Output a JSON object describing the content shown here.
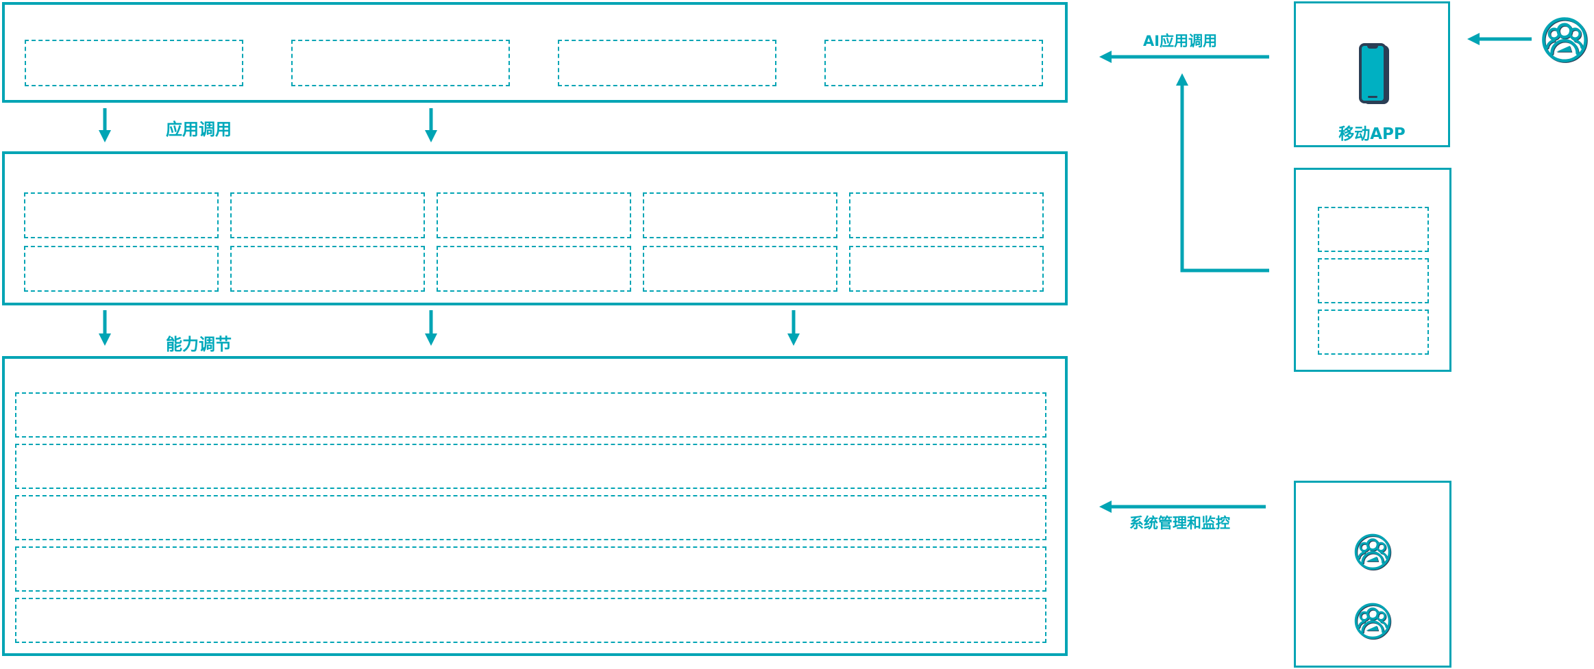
{
  "colors": {
    "teal": "#00a4b4",
    "teal_text": "#00a9bb",
    "navy": "#2b3e55",
    "background": "#ffffff"
  },
  "labels": {
    "app_call": "应用调用",
    "capability_adjust": "能力调节",
    "ai_app_call": "AI应用调用",
    "system_monitor": "系统管理和监控",
    "mobile_app": "移动APP"
  },
  "structure": {
    "top_layer_placeholders": 4,
    "middle_layer_placeholders": 10,
    "bottom_layer_rows": 5,
    "side_panel_placeholders": 3,
    "admin_panel_user_icons": 2
  },
  "icons": {
    "phone": "smartphone-icon",
    "users": "user-group-icon"
  }
}
